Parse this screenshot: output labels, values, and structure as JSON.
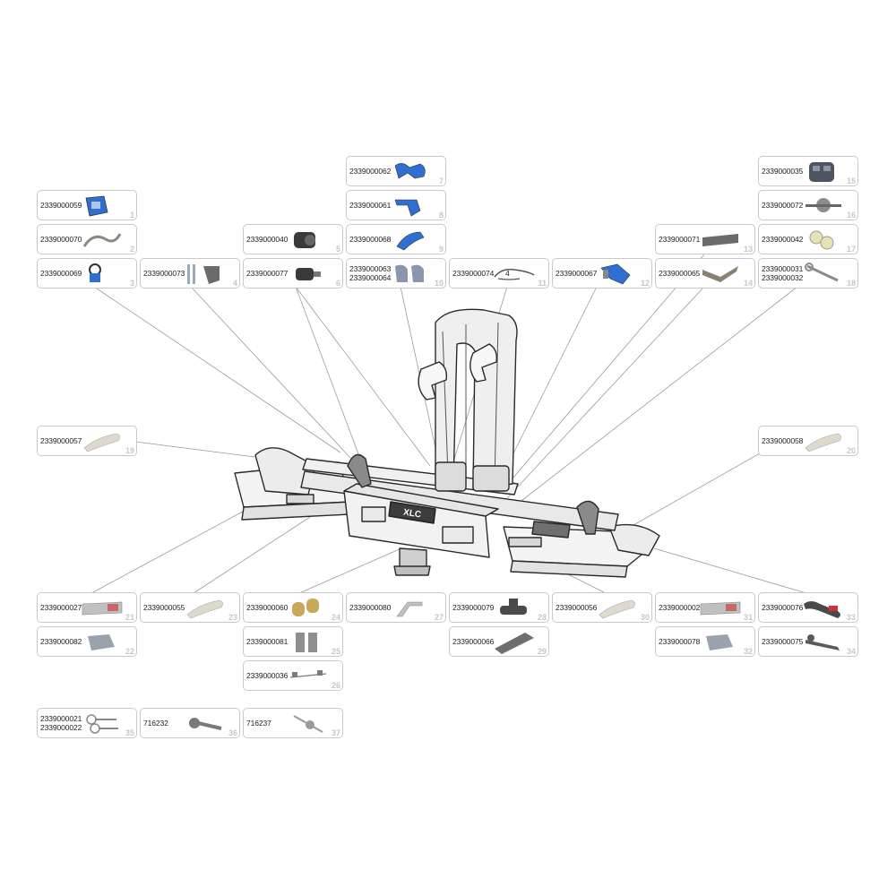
{
  "parts": [
    {
      "num": "1",
      "codes": [
        "2339000059"
      ],
      "icon": "strap-buckle-icon",
      "color": "#2f6fd1"
    },
    {
      "num": "2",
      "codes": [
        "2339000070"
      ],
      "icon": "cable-icon",
      "color": "#8a8a80"
    },
    {
      "num": "3",
      "codes": [
        "2339000069"
      ],
      "icon": "lock-key-icon",
      "color": "#2f6fd1"
    },
    {
      "num": "4",
      "codes": [
        "2339000073"
      ],
      "icon": "reflector-strips-icon",
      "color": "#6b6b6b"
    },
    {
      "num": "5",
      "codes": [
        "2339000040"
      ],
      "icon": "socket-plug-icon",
      "color": "#3a3a3a"
    },
    {
      "num": "6",
      "codes": [
        "2339000077"
      ],
      "icon": "adapter-plug-icon",
      "color": "#3a3a3a"
    },
    {
      "num": "7",
      "codes": [
        "2339000062"
      ],
      "icon": "frame-holder-icon",
      "color": "#2f6fd1"
    },
    {
      "num": "8",
      "codes": [
        "2339000061"
      ],
      "icon": "holder-bracket-icon",
      "color": "#2f6fd1"
    },
    {
      "num": "9",
      "codes": [
        "2339000068"
      ],
      "icon": "handle-grip-icon",
      "color": "#2f6fd1"
    },
    {
      "num": "10",
      "codes": [
        "2339000063",
        "2339000064"
      ],
      "icon": "clamp-pair-icon",
      "color": "#8a96b0"
    },
    {
      "num": "11",
      "codes": [
        "2339000074"
      ],
      "qty": "4",
      "icon": "cable-tie-icon",
      "color": "#555555"
    },
    {
      "num": "12",
      "codes": [
        "2339000067"
      ],
      "icon": "release-lever-icon",
      "color": "#2f6fd1"
    },
    {
      "num": "13",
      "codes": [
        "2339000071"
      ],
      "icon": "rail-plate-icon",
      "color": "#6b6b6b"
    },
    {
      "num": "14",
      "codes": [
        "2339000065"
      ],
      "icon": "tilt-pedal-icon",
      "color": "#8a8175"
    },
    {
      "num": "15",
      "codes": [
        "2339000035"
      ],
      "icon": "pad-set-icon",
      "color": "#4d5560"
    },
    {
      "num": "16",
      "codes": [
        "2339000072"
      ],
      "icon": "knob-bolt-icon",
      "color": "#8c8c8c"
    },
    {
      "num": "17",
      "codes": [
        "2339000042"
      ],
      "icon": "end-caps-icon",
      "color": "#e8e1b4"
    },
    {
      "num": "18",
      "codes": [
        "2339000031",
        "2339000032"
      ],
      "icon": "tool-wrench-icon",
      "color": "#8c8c8c"
    },
    {
      "num": "19",
      "codes": [
        "2339000057"
      ],
      "icon": "end-plug-icon",
      "color": "#ddd9cc"
    },
    {
      "num": "20",
      "codes": [
        "2339000058"
      ],
      "icon": "end-plug-icon",
      "color": "#ddd9cc"
    },
    {
      "num": "21",
      "codes": [
        "2339000027"
      ],
      "icon": "light-bar-icon",
      "color": "#c0c0c0"
    },
    {
      "num": "22",
      "codes": [
        "2339000082"
      ],
      "icon": "cover-cap-icon",
      "color": "#9aa3ad"
    },
    {
      "num": "23",
      "codes": [
        "2339000055"
      ],
      "icon": "end-plug-icon",
      "color": "#ddd9cc"
    },
    {
      "num": "24",
      "codes": [
        "2339000060"
      ],
      "icon": "foam-plugs-icon",
      "color": "#c9a85a"
    },
    {
      "num": "25",
      "codes": [
        "2339000081"
      ],
      "icon": "lamp-covers-icon",
      "color": "#8f8f8f"
    },
    {
      "num": "26",
      "codes": [
        "2339000036"
      ],
      "icon": "wire-harness-icon",
      "color": "#7b7b7b"
    },
    {
      "num": "27",
      "codes": [
        "2339000080"
      ],
      "icon": "bracket-hook-icon",
      "color": "#c0c0c0"
    },
    {
      "num": "28",
      "codes": [
        "2339000079"
      ],
      "icon": "mount-clip-icon",
      "color": "#4a4a4a"
    },
    {
      "num": "29",
      "codes": [
        "2339000066"
      ],
      "icon": "foot-plate-icon",
      "color": "#6e6e6e"
    },
    {
      "num": "30",
      "codes": [
        "2339000056"
      ],
      "icon": "end-plug-icon",
      "color": "#ddd9cc"
    },
    {
      "num": "31",
      "codes": [
        "2339000002"
      ],
      "icon": "light-bar-icon",
      "color": "#c0c0c0"
    },
    {
      "num": "32",
      "codes": [
        "2339000078"
      ],
      "icon": "cover-cap-icon",
      "color": "#9aa3ad"
    },
    {
      "num": "33",
      "codes": [
        "2339000076"
      ],
      "icon": "arm-lever-icon",
      "color": "#4a4a4a"
    },
    {
      "num": "34",
      "codes": [
        "2339000075"
      ],
      "icon": "latch-arm-icon",
      "color": "#5a5a5a"
    },
    {
      "num": "35",
      "codes": [
        "2339000021",
        "2339000022"
      ],
      "icon": "keys-icon",
      "color": "#bdbdbd"
    },
    {
      "num": "36",
      "codes": [
        "716232"
      ],
      "icon": "screw-icon",
      "color": "#7a7a7a"
    },
    {
      "num": "37",
      "codes": [
        "716237"
      ],
      "icon": "rivet-icon",
      "color": "#9a9a9a"
    }
  ],
  "product": {
    "logo": "XLC",
    "accent": "#2f6fd1"
  }
}
